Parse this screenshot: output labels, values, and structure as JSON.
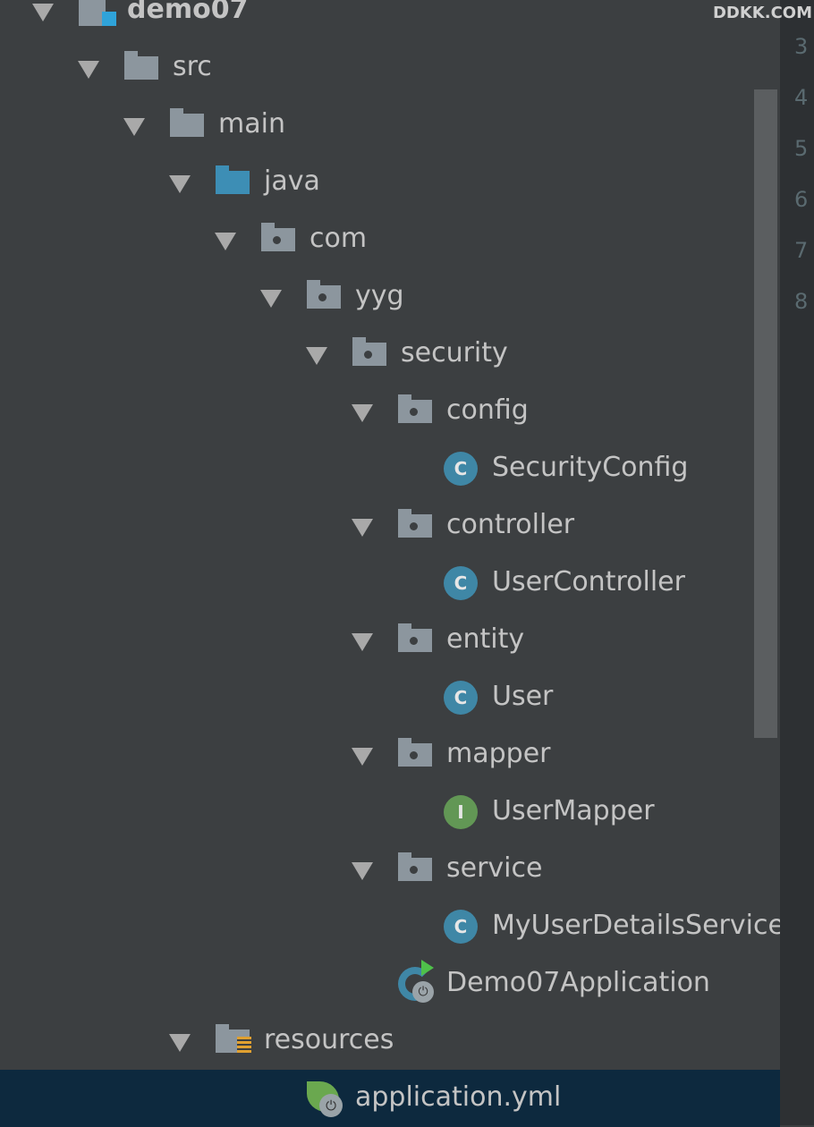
{
  "watermark": "DDKK.COM",
  "tree": [
    {
      "label": "demo07",
      "depth": 0,
      "icon": "module-icon",
      "arrow": true
    },
    {
      "label": "src",
      "depth": 1,
      "icon": "folder-icon",
      "arrow": true
    },
    {
      "label": "main",
      "depth": 2,
      "icon": "folder-icon",
      "arrow": true
    },
    {
      "label": "java",
      "depth": 3,
      "icon": "source-folder-icon",
      "arrow": true
    },
    {
      "label": "com",
      "depth": 4,
      "icon": "package-icon",
      "arrow": true
    },
    {
      "label": "yyg",
      "depth": 5,
      "icon": "package-icon",
      "arrow": true
    },
    {
      "label": "security",
      "depth": 6,
      "icon": "package-icon",
      "arrow": true
    },
    {
      "label": "config",
      "depth": 7,
      "icon": "package-icon",
      "arrow": true
    },
    {
      "label": "SecurityConfig",
      "depth": 8,
      "icon": "class-icon",
      "arrow": false
    },
    {
      "label": "controller",
      "depth": 7,
      "icon": "package-icon",
      "arrow": true
    },
    {
      "label": "UserController",
      "depth": 8,
      "icon": "class-icon",
      "arrow": false
    },
    {
      "label": "entity",
      "depth": 7,
      "icon": "package-icon",
      "arrow": true
    },
    {
      "label": "User",
      "depth": 8,
      "icon": "class-icon",
      "arrow": false
    },
    {
      "label": "mapper",
      "depth": 7,
      "icon": "package-icon",
      "arrow": true
    },
    {
      "label": "UserMapper",
      "depth": 8,
      "icon": "interface-icon",
      "arrow": false
    },
    {
      "label": "service",
      "depth": 7,
      "icon": "package-icon",
      "arrow": true
    },
    {
      "label": "MyUserDetailsService",
      "depth": 8,
      "icon": "class-icon",
      "arrow": false
    },
    {
      "label": "Demo07Application",
      "depth": 7,
      "icon": "spring-boot-app-icon",
      "arrow": false
    },
    {
      "label": "resources",
      "depth": 3,
      "icon": "resources-folder-icon",
      "arrow": true
    },
    {
      "label": "application.yml",
      "depth": 5,
      "icon": "spring-config-icon",
      "arrow": false,
      "selected": true
    }
  ],
  "line_numbers": [
    "3",
    "4",
    "5",
    "6",
    "7",
    "8"
  ]
}
